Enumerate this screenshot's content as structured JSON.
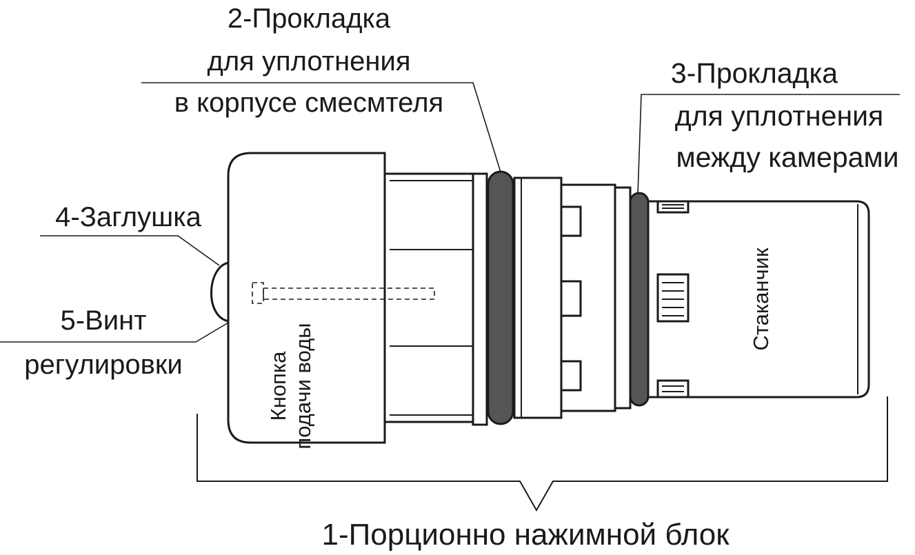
{
  "labels": {
    "seal_housing": {
      "line1": "2-Прокладка",
      "line2": "для уплотнения",
      "line3": "в корпусе смесмтеля"
    },
    "seal_chambers": {
      "line1": "3-Прокладка",
      "line2": "для уплотнения",
      "line3": "между камерами"
    },
    "plug": "4-Заглушка",
    "screw": {
      "line1": "5-Винт",
      "line2": "регулировки"
    },
    "assembly": "1-Порционно нажимной блок",
    "button": {
      "line1": "Кнопка",
      "line2": "подачи воды"
    },
    "cup": "Стаканчик"
  }
}
